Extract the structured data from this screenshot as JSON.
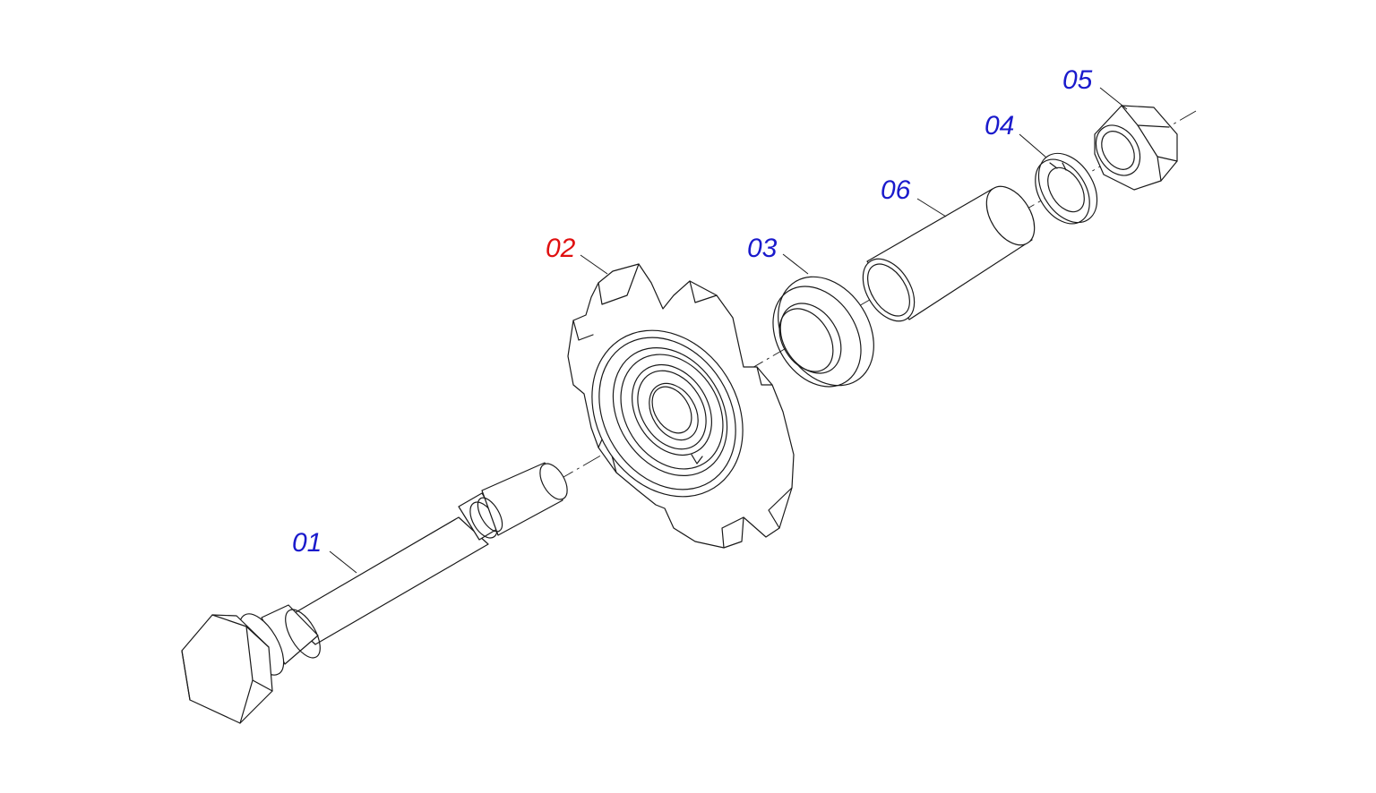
{
  "diagram": {
    "colors": {
      "label_default": "#1a1acc",
      "label_highlight": "#e01010",
      "line": "#1a1a1a",
      "background": "#ffffff"
    },
    "parts": [
      {
        "id": "01",
        "label": "01",
        "highlighted": false
      },
      {
        "id": "02",
        "label": "02",
        "highlighted": true
      },
      {
        "id": "03",
        "label": "03",
        "highlighted": false
      },
      {
        "id": "04",
        "label": "04",
        "highlighted": false
      },
      {
        "id": "05",
        "label": "05",
        "highlighted": false
      },
      {
        "id": "06",
        "label": "06",
        "highlighted": false
      }
    ]
  }
}
